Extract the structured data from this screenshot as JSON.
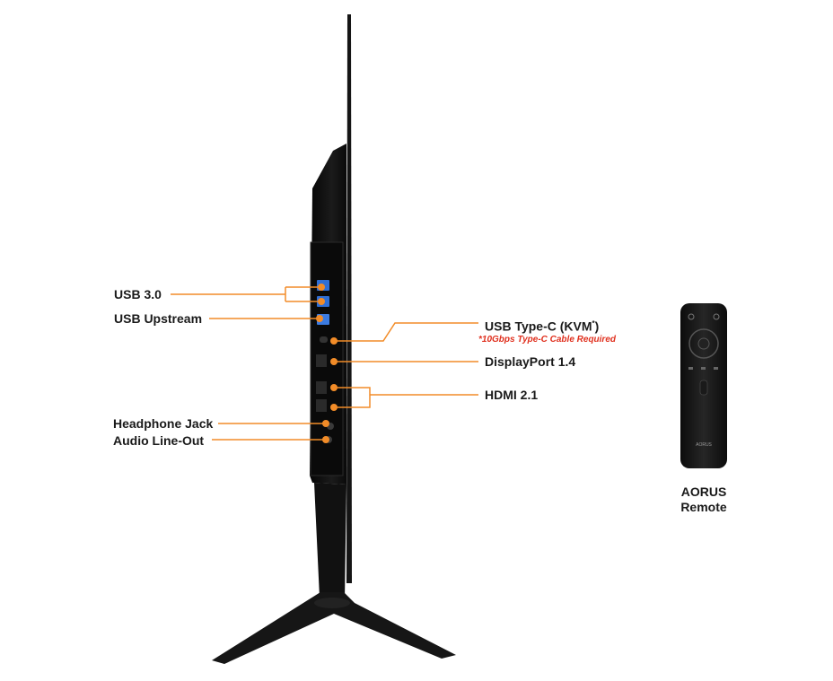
{
  "labels": {
    "usb30": "USB 3.0",
    "usb_upstream": "USB Upstream",
    "usb_typec": "USB Type-C (KVM",
    "usb_typec_close": ")",
    "usb_typec_mark": "*",
    "usb_typec_note": "*10Gbps Type-C Cable Required",
    "displayport": "DisplayPort 1.4",
    "hdmi": "HDMI 2.1",
    "headphone": "Headphone Jack",
    "line_out": "Audio Line-Out"
  },
  "remote": {
    "brand": "AORUS",
    "caption_line1": "AORUS",
    "caption_line2": "Remote"
  },
  "colors": {
    "accent": "#f28c28",
    "body": "#111111",
    "text": "#1a1a1a",
    "note": "#e0301e",
    "usb_blue": "#2f6fd6"
  }
}
